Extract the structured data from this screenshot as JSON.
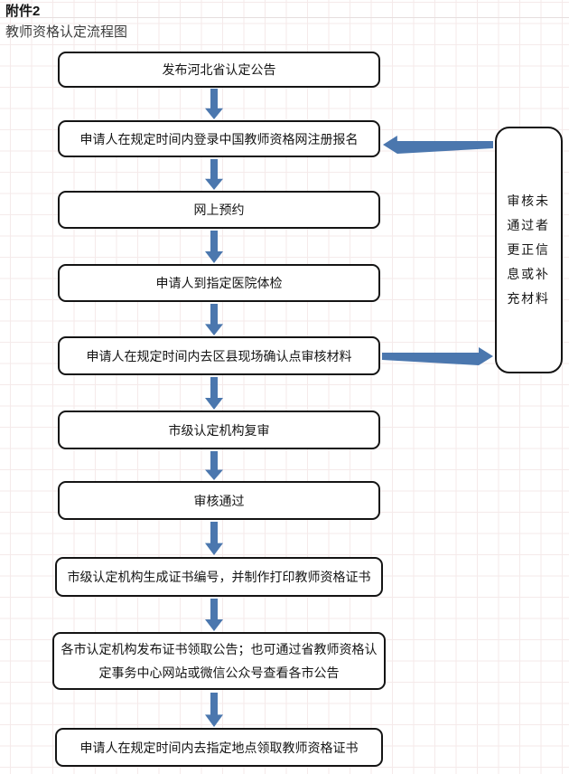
{
  "header": {
    "attachment_label": "附件2",
    "title": "教师资格认定流程图"
  },
  "flow": {
    "steps": [
      {
        "label": "发布河北省认定公告"
      },
      {
        "label": "申请人在规定时间内登录中国教师资格网注册报名"
      },
      {
        "label": "网上预约"
      },
      {
        "label": "申请人到指定医院体检"
      },
      {
        "label": "申请人在规定时间内去区县现场确认点审核材料"
      },
      {
        "label": "市级认定机构复审"
      },
      {
        "label": "审核通过"
      },
      {
        "label": "市级认定机构生成证书编号，并制作打印教师资格证书"
      },
      {
        "label": "各市认定机构发布证书领取公告；也可通过省教师资格认定事务中心网站或微信公众号查看各市公告"
      },
      {
        "label": "申请人在规定时间内去指定地点领取教师资格证书"
      }
    ],
    "side_note": "审核未通过者更正信息或补充材料"
  },
  "colors": {
    "arrow_fill": "#4b77ae",
    "box_border": "#141414"
  }
}
